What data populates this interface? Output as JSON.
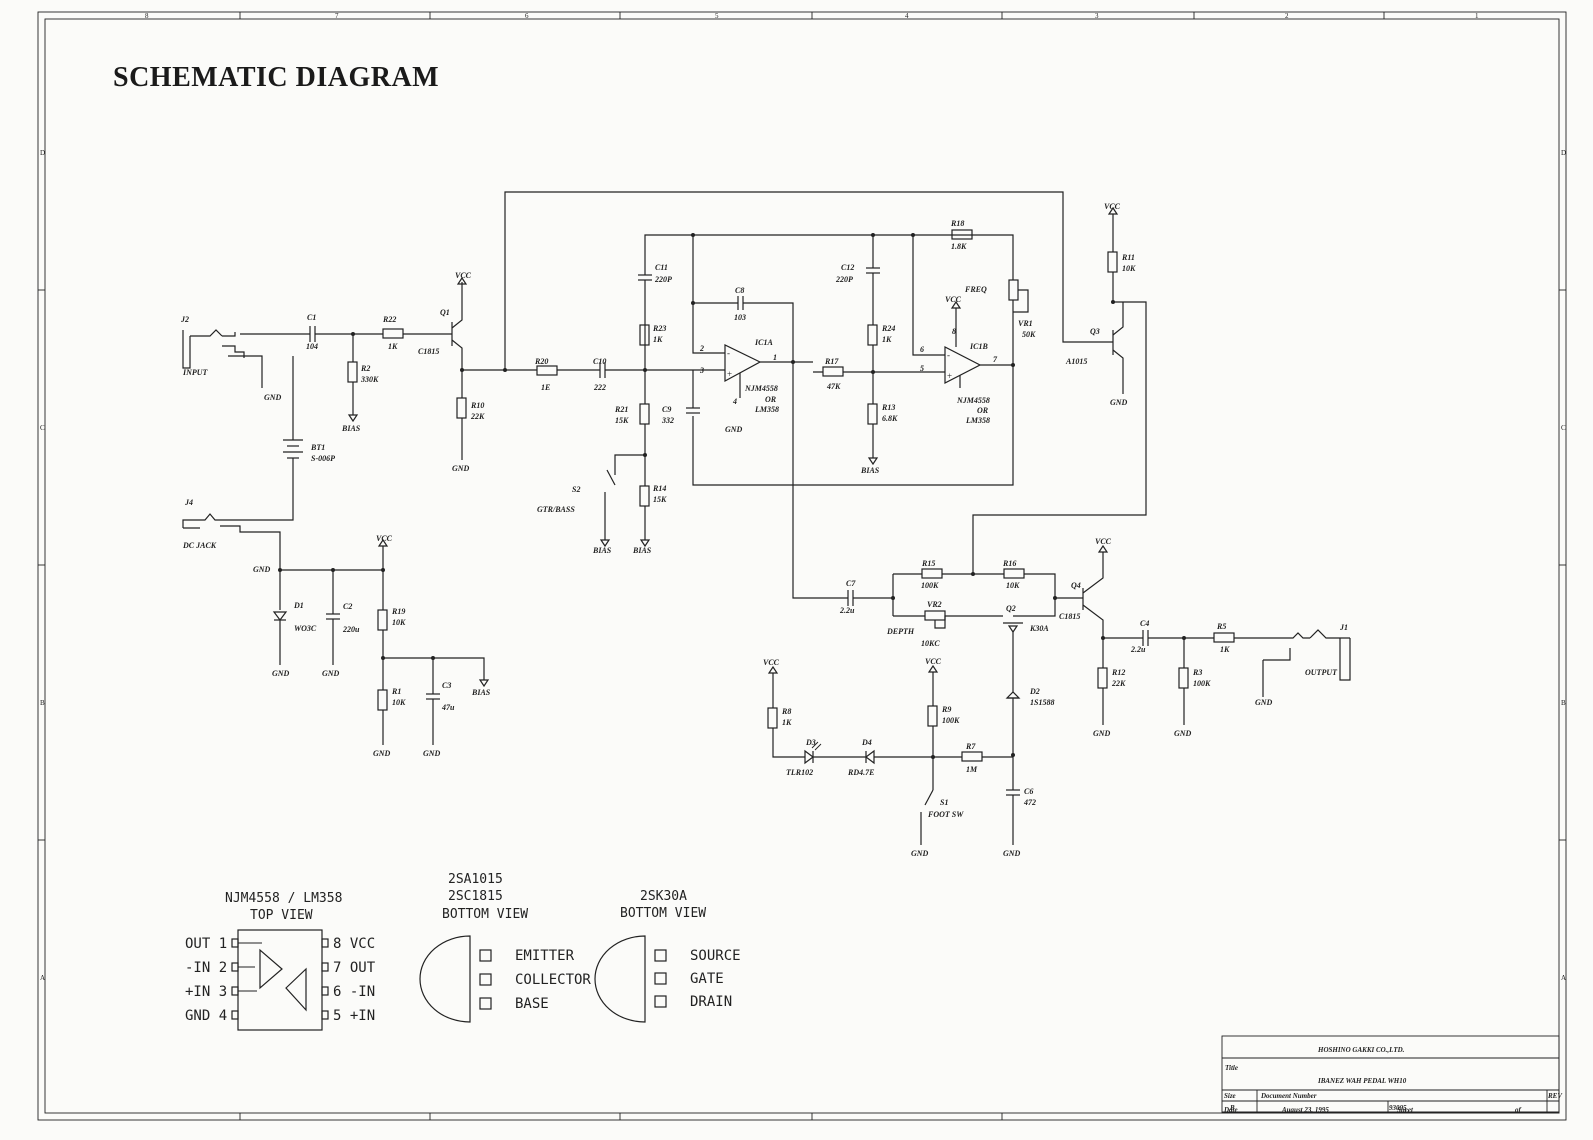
{
  "title": "SCHEMATIC DIAGRAM",
  "border": {
    "top_numbers": [
      "8",
      "7",
      "6",
      "5",
      "4",
      "3",
      "2",
      "1"
    ],
    "side_letters": [
      "D",
      "C",
      "B",
      "A"
    ]
  },
  "components": {
    "j2": "J2",
    "input": "INPUT",
    "c1": "C1",
    "c1_val": "104",
    "r22": "R22",
    "r22_val": "1K",
    "r2": "R2",
    "r2_val": "330K",
    "q1": "Q1",
    "q1_type": "C1815",
    "r10": "R10",
    "r10_val": "22K",
    "bt1": "BT1",
    "bt1_val": "S-006P",
    "j4": "J4",
    "dc_jack": "DC JACK",
    "d1": "D1",
    "d1_val": "WO3C",
    "c2": "C2",
    "c2_val": "220u",
    "r19": "R19",
    "r19_val": "10K",
    "r1": "R1",
    "r1_val": "10K",
    "c3": "C3",
    "c3_val": "47u",
    "r20": "R20",
    "r20_val": "1E",
    "c10": "C10",
    "c10_val": "222",
    "c11": "C11",
    "c11_val": "220P",
    "r23": "R23",
    "r23_val": "1K",
    "r21": "R21",
    "r21_val": "15K",
    "c9": "C9",
    "c9_val": "332",
    "r14": "R14",
    "r14_val": "15K",
    "s2": "S2",
    "s2_name": "GTR/BASS",
    "c8": "C8",
    "c8_val": "103",
    "ic1a": "IC1A",
    "ic_type": "NJM4558",
    "ic_or": "OR",
    "ic_alt": "LM358",
    "r17": "R17",
    "r17_val": "47K",
    "c12": "C12",
    "c12_val": "220P",
    "r24": "R24",
    "r24_val": "1K",
    "r13": "R13",
    "r13_val": "6.8K",
    "r18": "R18",
    "r18_val": "1.8K",
    "freq": "FREQ",
    "vr1": "VR1",
    "vr1_val": "50K",
    "ic1b": "IC1B",
    "r11": "R11",
    "r11_val": "10K",
    "q3": "Q3",
    "q3_type": "A1015",
    "c7": "C7",
    "c7_val": "2.2u",
    "r15": "R15",
    "r15_val": "100K",
    "r16": "R16",
    "r16_val": "10K",
    "vr2": "VR2",
    "vr2_val": "10KC",
    "depth": "DEPTH",
    "q2": "Q2",
    "q2_type": "K30A",
    "q4": "Q4",
    "q4_type": "C1815",
    "d2": "D2",
    "d2_val": "1S1588",
    "c6": "C6",
    "c6_val": "472",
    "r8": "R8",
    "r8_val": "1K",
    "d3": "D3",
    "d3_val": "TLR102",
    "d4": "D4",
    "d4_val": "RD4.7E",
    "r9": "R9",
    "r9_val": "100K",
    "r7": "R7",
    "r7_val": "1M",
    "s1": "S1",
    "s1_name": "FOOT SW",
    "c4": "C4",
    "c4_val": "2.2u",
    "r5": "R5",
    "r5_val": "1K",
    "r12": "R12",
    "r12_val": "22K",
    "r3": "R3",
    "r3_val": "100K",
    "j1": "J1",
    "output": "OUTPUT",
    "vcc": "VCC",
    "gnd": "GND",
    "bias": "BIAS",
    "pin1": "1",
    "pin2": "2",
    "pin3": "3",
    "pin4": "4",
    "pin5": "5",
    "pin6": "6",
    "pin7": "7",
    "pin8": "8"
  },
  "pinouts": {
    "ic": {
      "title": "NJM4558 / LM358",
      "subtitle": "TOP VIEW",
      "left_pins": [
        "OUT 1",
        "-IN 2",
        "+IN 3",
        "GND 4"
      ],
      "right_pins": [
        "8 VCC",
        "7 OUT",
        "6 -IN",
        "5 +IN"
      ]
    },
    "bjt": {
      "title1": "2SA1015",
      "title2": "2SC1815",
      "subtitle": "BOTTOM VIEW",
      "pins": [
        "EMITTER",
        "COLLECTOR",
        "BASE"
      ]
    },
    "fet": {
      "title": "2SK30A",
      "subtitle": "BOTTOM VIEW",
      "pins": [
        "SOURCE",
        "GATE",
        "DRAIN"
      ]
    }
  },
  "title_block": {
    "company": "HOSHINO GAKKI CO.,LTD.",
    "title_label": "Title",
    "title_value": "IBANEZ WAH PEDAL WH10",
    "size_label": "Size",
    "size_value": "B",
    "docnum_label": "Document Number",
    "docnum_value": "93005",
    "rev_label": "REV",
    "date_label": "Date",
    "date_value": "August 23, 1995",
    "sheet_label": "Sheet",
    "of_label": "of"
  }
}
